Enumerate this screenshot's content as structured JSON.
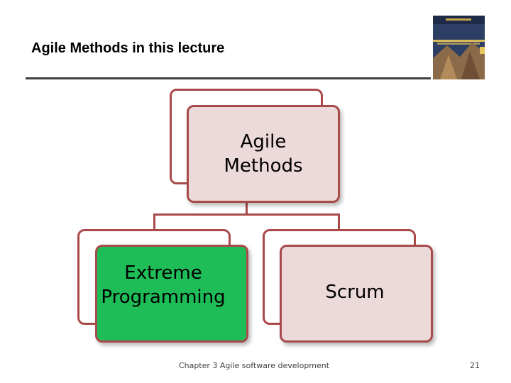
{
  "slide": {
    "title": "Agile Methods in this lecture",
    "footer": "Chapter 3 Agile software development",
    "page_number": "21"
  },
  "diagram": {
    "root": {
      "line1": "Agile",
      "line2": "Methods",
      "fill": "#ecd9d9"
    },
    "children": [
      {
        "line1": "Extreme",
        "line2": "Programming",
        "fill": "#1fbd58"
      },
      {
        "line1": "Scrum",
        "line2": "",
        "fill": "#ecd9d9"
      }
    ],
    "colors": {
      "border": "#a94a4a",
      "rule": "#404040"
    }
  },
  "cover_image": {
    "icon": "book-cover-icon"
  }
}
